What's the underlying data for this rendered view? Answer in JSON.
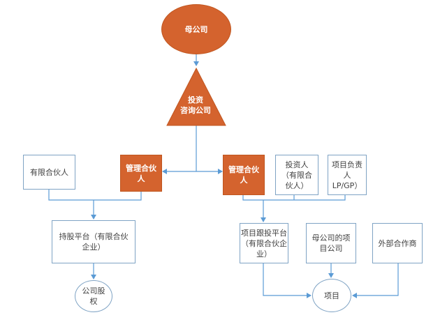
{
  "nodes": {
    "parent_company": "母公司",
    "investment_consulting": "投资\n咨询公司",
    "limited_partner_left": "有限合伙人",
    "gp_left": "管理合伙\n人",
    "gp_right": "管理合伙\n人",
    "investor": "投资人\n（有限合\n伙人）",
    "project_lead": "项目负责\n人\nLP/GP）",
    "holding_platform": "持股平台（有限合伙\n企业）",
    "project_coinvest_platform": "项目跟投平台\n（有限合伙企\n业）",
    "parent_project_company": "母公司的项\n目公司",
    "external_partner": "外部合作商",
    "company_equity": "公司股\n权",
    "project": "项目"
  },
  "colors": {
    "accent": "#d4632e",
    "connector": "#5b9bd5",
    "box_border": "#7fa3c4"
  }
}
